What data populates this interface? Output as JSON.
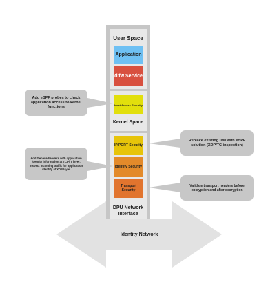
{
  "stack": {
    "user_space": "User Space",
    "application": "Application",
    "difw_service": "difw Service",
    "host_access": "Host Access Security",
    "kernel_space": "Kernel Space",
    "ip_port": "IP/PORT Security",
    "identity": "Identity Security",
    "transport": "Transport Security",
    "dpu_network": "DPU Network\nInterface"
  },
  "network": {
    "label": "Identity Network"
  },
  "callouts": {
    "ebpf_probes": "Add eBPF probes to check application access to kernel functions",
    "replace_ufw": "Replace existing ufw with eBPF solution (XDP/TC inspection)",
    "geneve": "Add Geneve headers with application identity information at TCP/IT layer. Inspect incoming traffic for application identity at XDP layer",
    "validate": "Validate transport headers before encryption and after decryption"
  },
  "colors": {
    "application": "#6ec0f3",
    "difw_service": "#d8503f",
    "host_access": "#e2df0c",
    "ip_port": "#e7c40a",
    "identity": "#e38a2a",
    "transport": "#e1742e",
    "frame": "#c6c6c6",
    "panel": "#e8e8e8",
    "arrow": "#e2e2e2",
    "callout": "#c7c7c7"
  }
}
